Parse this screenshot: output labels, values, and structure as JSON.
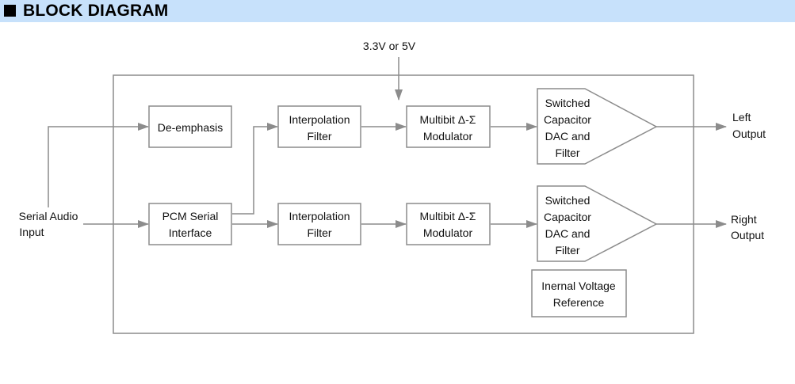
{
  "header": {
    "icon": "black-square-icon",
    "title": "BLOCK DIAGRAM"
  },
  "diagram": {
    "supply_label": "3.3V or 5V",
    "input_label": [
      "Serial Audio",
      "Input"
    ],
    "blocks": {
      "deemphasis": [
        "De-emphasis"
      ],
      "pcm": [
        "PCM Serial",
        "Interface"
      ],
      "interp_left": [
        "Interpolation",
        "Filter"
      ],
      "interp_right": [
        "Interpolation",
        "Filter"
      ],
      "mod_left": [
        "Multibit Δ-Σ",
        "Modulator"
      ],
      "mod_right": [
        "Multibit Δ-Σ",
        "Modulator"
      ],
      "dac_left": [
        "Switched",
        "Capacitor",
        "DAC and",
        "Filter"
      ],
      "dac_right": [
        "Switched",
        "Capacitor",
        "DAC and",
        "Filter"
      ],
      "vref": [
        "Inernal Voltage",
        "Reference"
      ]
    },
    "outputs": {
      "left": [
        "Left",
        "Output"
      ],
      "right": [
        "Right",
        "Output"
      ]
    },
    "colors": {
      "line": "#8c8c8c",
      "header_bg": "#c7e1fb"
    }
  }
}
